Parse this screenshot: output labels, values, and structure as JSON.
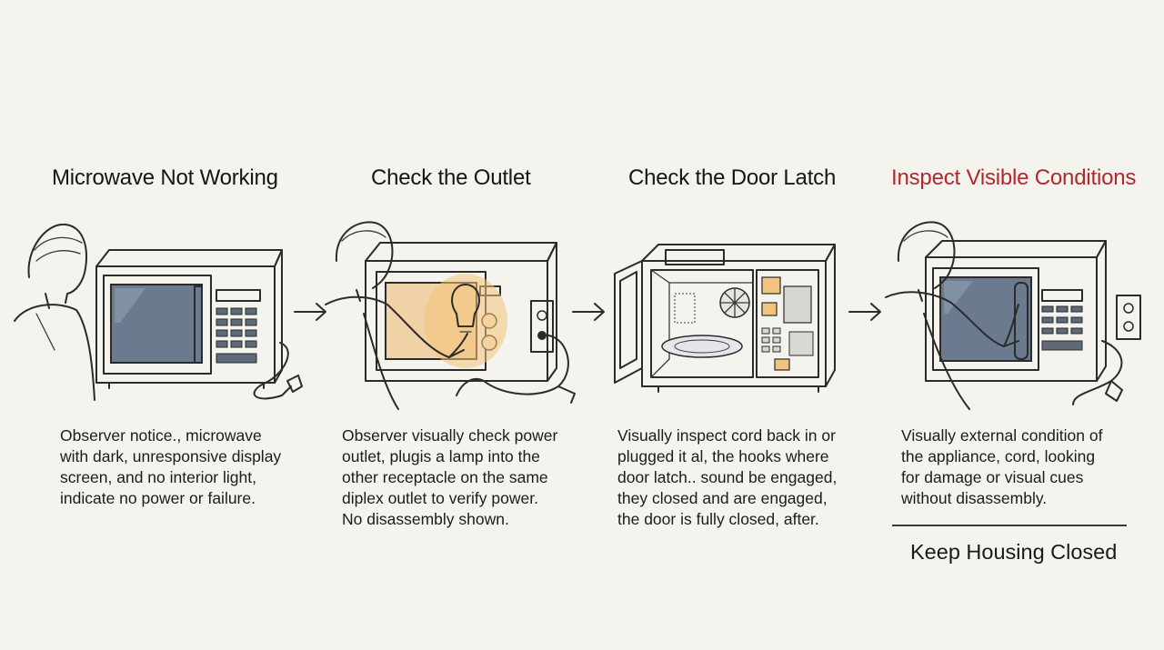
{
  "steps": [
    {
      "title": "Microwave Not Working",
      "lines": [
        "Observer notice., microwave",
        "with dark, unresponsive display",
        "screen, and no interior light,",
        "indicate no power or failure."
      ]
    },
    {
      "title": "Check the Outlet",
      "lines": [
        "Observer visually check power",
        "outlet, plugis a lamp into the",
        "other receptacle on the same",
        "diplex outlet to verify power.",
        "No disassembly shown."
      ]
    },
    {
      "title": "Check the Door Latch",
      "lines": [
        "Visually inspect cord back in or",
        "plugged it al, the hooks where",
        "door latch.. sound be engaged,",
        "they closed and are engaged,",
        "the door is fully closed, after."
      ]
    },
    {
      "title": "Inspect Visible Conditions",
      "lines": [
        "Visually external condition of",
        "the appliance, cord, looking",
        "for damage or visual cues",
        "without disassembly."
      ]
    }
  ],
  "footer": "Keep Housing Closed",
  "colors": {
    "background": "#f4f3ee",
    "accent": "#b3272d",
    "glass": "#6b7a8e",
    "lamp_glow": "#f6c27a"
  },
  "icons": [
    "person-icon",
    "microwave-icon",
    "lamp-icon",
    "outlet-icon",
    "plug-icon",
    "open-microwave-icon",
    "arrow-right-icon"
  ]
}
